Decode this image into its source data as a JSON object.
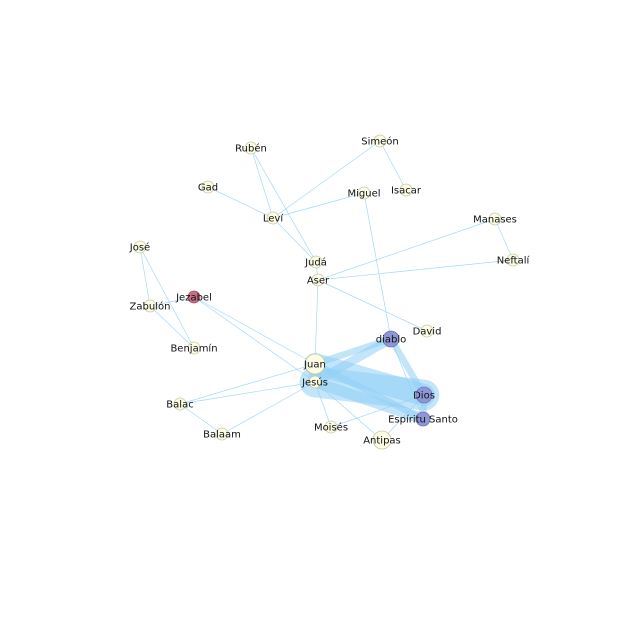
{
  "colors": {
    "edge": "#8fd0f5",
    "node_default_fill": "#fbfbe6",
    "node_default_stroke": "#c8c8a0",
    "node_evil": "#c96c86",
    "node_divine": "#8f96d6",
    "node_divine_stroke": "#6f76b8"
  },
  "nodes": [
    {
      "id": "ruben",
      "label": "Rubén",
      "type": "default"
    },
    {
      "id": "simeon",
      "label": "Simeón",
      "type": "default"
    },
    {
      "id": "gad",
      "label": "Gad",
      "type": "default"
    },
    {
      "id": "miguel",
      "label": "Miguel",
      "type": "default"
    },
    {
      "id": "isacar",
      "label": "Isacar",
      "type": "default"
    },
    {
      "id": "levi",
      "label": "Leví",
      "type": "default"
    },
    {
      "id": "manases",
      "label": "Manases",
      "type": "default"
    },
    {
      "id": "jose",
      "label": "José",
      "type": "default"
    },
    {
      "id": "juda",
      "label": "Judá",
      "type": "default"
    },
    {
      "id": "neftali",
      "label": "Neftalí",
      "type": "default"
    },
    {
      "id": "aser",
      "label": "Aser",
      "type": "default"
    },
    {
      "id": "jezabel",
      "label": "Jezabel",
      "type": "evil"
    },
    {
      "id": "zabulon",
      "label": "Zabulón",
      "type": "default"
    },
    {
      "id": "david",
      "label": "David",
      "type": "default"
    },
    {
      "id": "diablo",
      "label": "diablo",
      "type": "divine"
    },
    {
      "id": "benjamin",
      "label": "Benjamín",
      "type": "default"
    },
    {
      "id": "juan",
      "label": "Juan",
      "type": "default"
    },
    {
      "id": "jesus",
      "label": "Jesús",
      "type": "default"
    },
    {
      "id": "dios",
      "label": "Dios",
      "type": "divine"
    },
    {
      "id": "balac",
      "label": "Balac",
      "type": "default"
    },
    {
      "id": "espiritu",
      "label": "Espíritu Santo",
      "type": "divine"
    },
    {
      "id": "moises",
      "label": "Moisés",
      "type": "default"
    },
    {
      "id": "balaam",
      "label": "Balaam",
      "type": "default"
    },
    {
      "id": "antipas",
      "label": "Antipas",
      "type": "default"
    }
  ],
  "edges": [
    {
      "source": "ruben",
      "target": "levi",
      "weight": 1
    },
    {
      "source": "ruben",
      "target": "juda",
      "weight": 1
    },
    {
      "source": "gad",
      "target": "levi",
      "weight": 1
    },
    {
      "source": "simeon",
      "target": "isacar",
      "weight": 1
    },
    {
      "source": "simeon",
      "target": "levi",
      "weight": 1
    },
    {
      "source": "levi",
      "target": "miguel",
      "weight": 1
    },
    {
      "source": "levi",
      "target": "juda",
      "weight": 1
    },
    {
      "source": "miguel",
      "target": "diablo",
      "weight": 1
    },
    {
      "source": "juda",
      "target": "aser",
      "weight": 1
    },
    {
      "source": "aser",
      "target": "manases",
      "weight": 1
    },
    {
      "source": "aser",
      "target": "neftali",
      "weight": 1
    },
    {
      "source": "aser",
      "target": "david",
      "weight": 1
    },
    {
      "source": "aser",
      "target": "juan",
      "weight": 1
    },
    {
      "source": "manases",
      "target": "neftali",
      "weight": 1
    },
    {
      "source": "jose",
      "target": "zabulon",
      "weight": 1
    },
    {
      "source": "jose",
      "target": "benjamin",
      "weight": 1
    },
    {
      "source": "jezabel",
      "target": "zabulon",
      "weight": 1
    },
    {
      "source": "jezabel",
      "target": "juan",
      "weight": 1
    },
    {
      "source": "jezabel",
      "target": "jesus",
      "weight": 1
    },
    {
      "source": "zabulon",
      "target": "benjamin",
      "weight": 1
    },
    {
      "source": "juan",
      "target": "diablo",
      "weight": 3
    },
    {
      "source": "juan",
      "target": "dios",
      "weight": 10
    },
    {
      "source": "juan",
      "target": "espiritu",
      "weight": 3
    },
    {
      "source": "juan",
      "target": "jesus",
      "weight": 6
    },
    {
      "source": "jesus",
      "target": "diablo",
      "weight": 4
    },
    {
      "source": "jesus",
      "target": "dios",
      "weight": 14
    },
    {
      "source": "jesus",
      "target": "espiritu",
      "weight": 5
    },
    {
      "source": "jesus",
      "target": "balac",
      "weight": 1
    },
    {
      "source": "jesus",
      "target": "balaam",
      "weight": 1
    },
    {
      "source": "jesus",
      "target": "moises",
      "weight": 1
    },
    {
      "source": "jesus",
      "target": "antipas",
      "weight": 1
    },
    {
      "source": "juan",
      "target": "balac",
      "weight": 1
    },
    {
      "source": "balac",
      "target": "balaam",
      "weight": 1
    },
    {
      "source": "diablo",
      "target": "dios",
      "weight": 3
    },
    {
      "source": "diablo",
      "target": "espiritu",
      "weight": 1
    },
    {
      "source": "dios",
      "target": "espiritu",
      "weight": 3
    },
    {
      "source": "dios",
      "target": "moises",
      "weight": 1
    },
    {
      "source": "dios",
      "target": "antipas",
      "weight": 1
    }
  ]
}
